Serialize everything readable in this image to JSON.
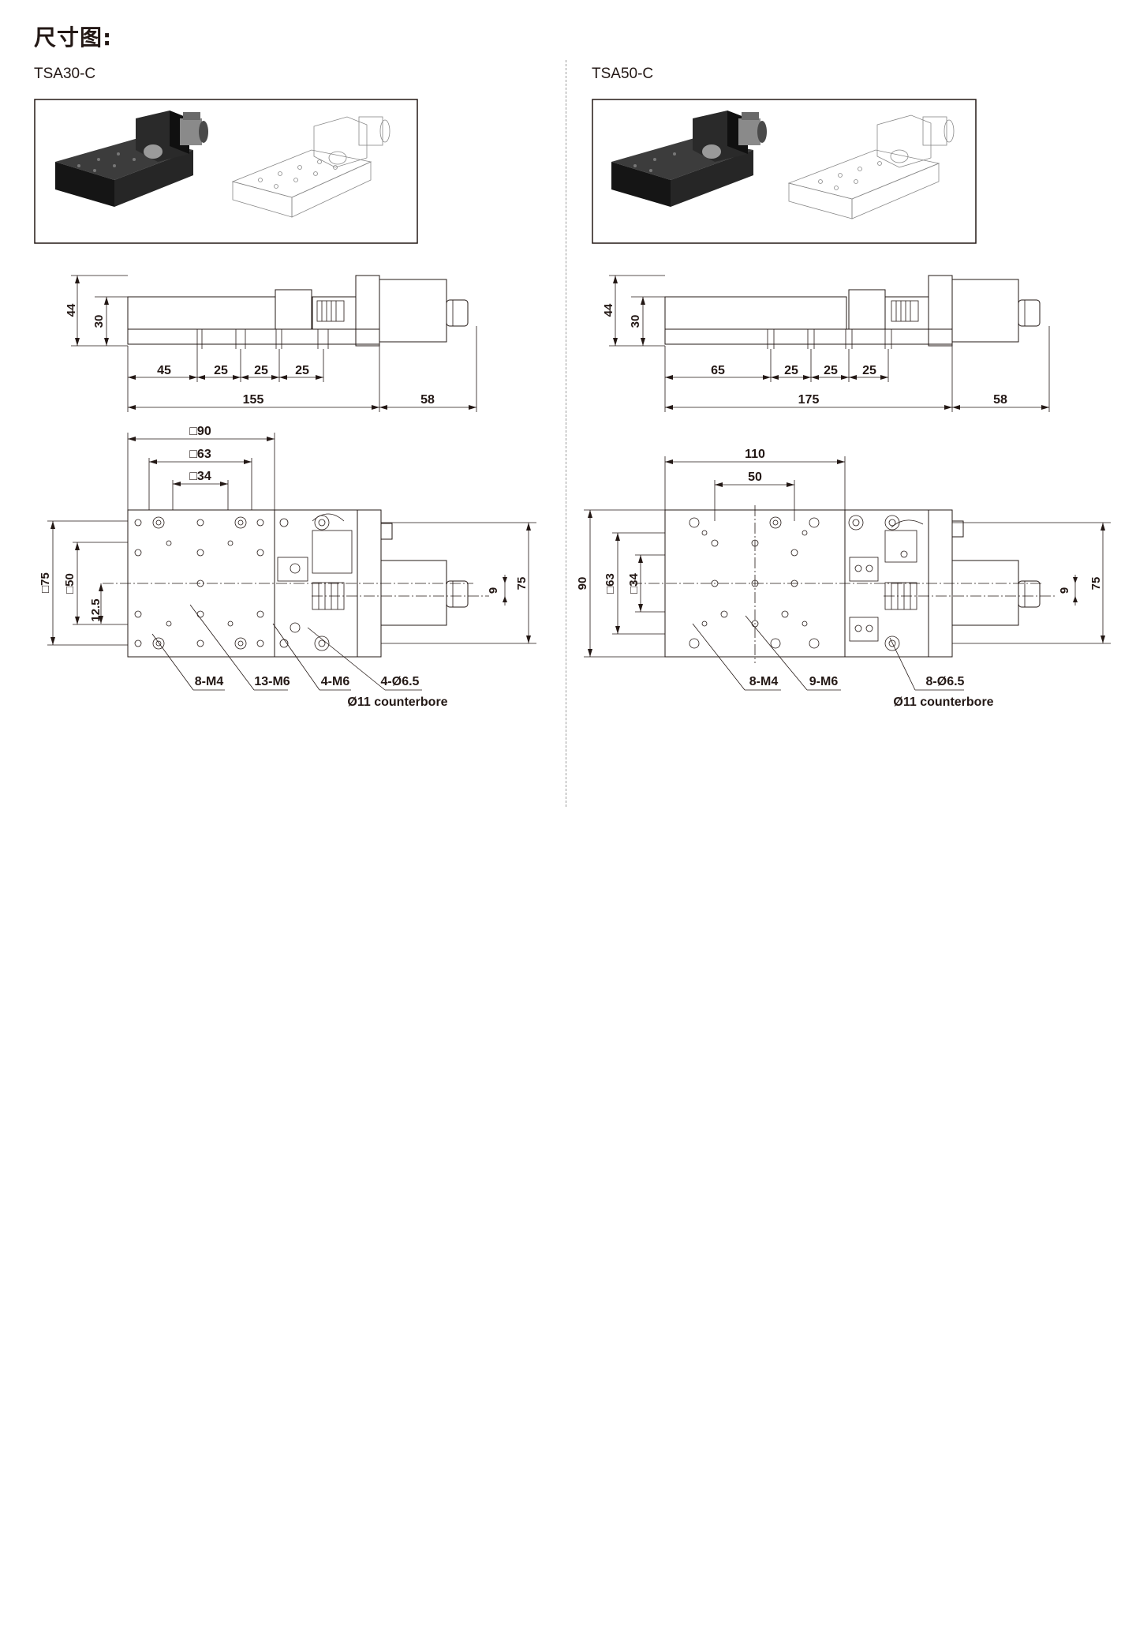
{
  "page": {
    "title": "尺寸图:"
  },
  "models": [
    {
      "name": "TSA30-C",
      "side": {
        "h_total": "44",
        "h_table": "30",
        "d1": "45",
        "d2": "25",
        "d3": "25",
        "d4": "25",
        "length": "155",
        "motor": "58"
      },
      "top": {
        "sq1": "□90",
        "sq2": "□63",
        "sq3": "□34",
        "v1": "□75",
        "v2": "□50",
        "v3": "12.5",
        "v4": "9",
        "v5": "75"
      },
      "callouts": [
        "8-M4",
        "13-M6",
        "4-M6",
        "4-Ø6.5"
      ],
      "note": "Ø11 counterbore"
    },
    {
      "name": "TSA50-C",
      "side": {
        "h_total": "44",
        "h_table": "30",
        "d1": "65",
        "d2": "25",
        "d3": "25",
        "d4": "25",
        "length": "175",
        "motor": "58"
      },
      "top": {
        "w1": "110",
        "w2": "50",
        "v1": "90",
        "v2": "□63",
        "v3": "□34",
        "v4": "9",
        "v5": "75"
      },
      "callouts": [
        "8-M4",
        "9-M6",
        "8-Ø6.5"
      ],
      "note": "Ø11 counterbore"
    }
  ]
}
